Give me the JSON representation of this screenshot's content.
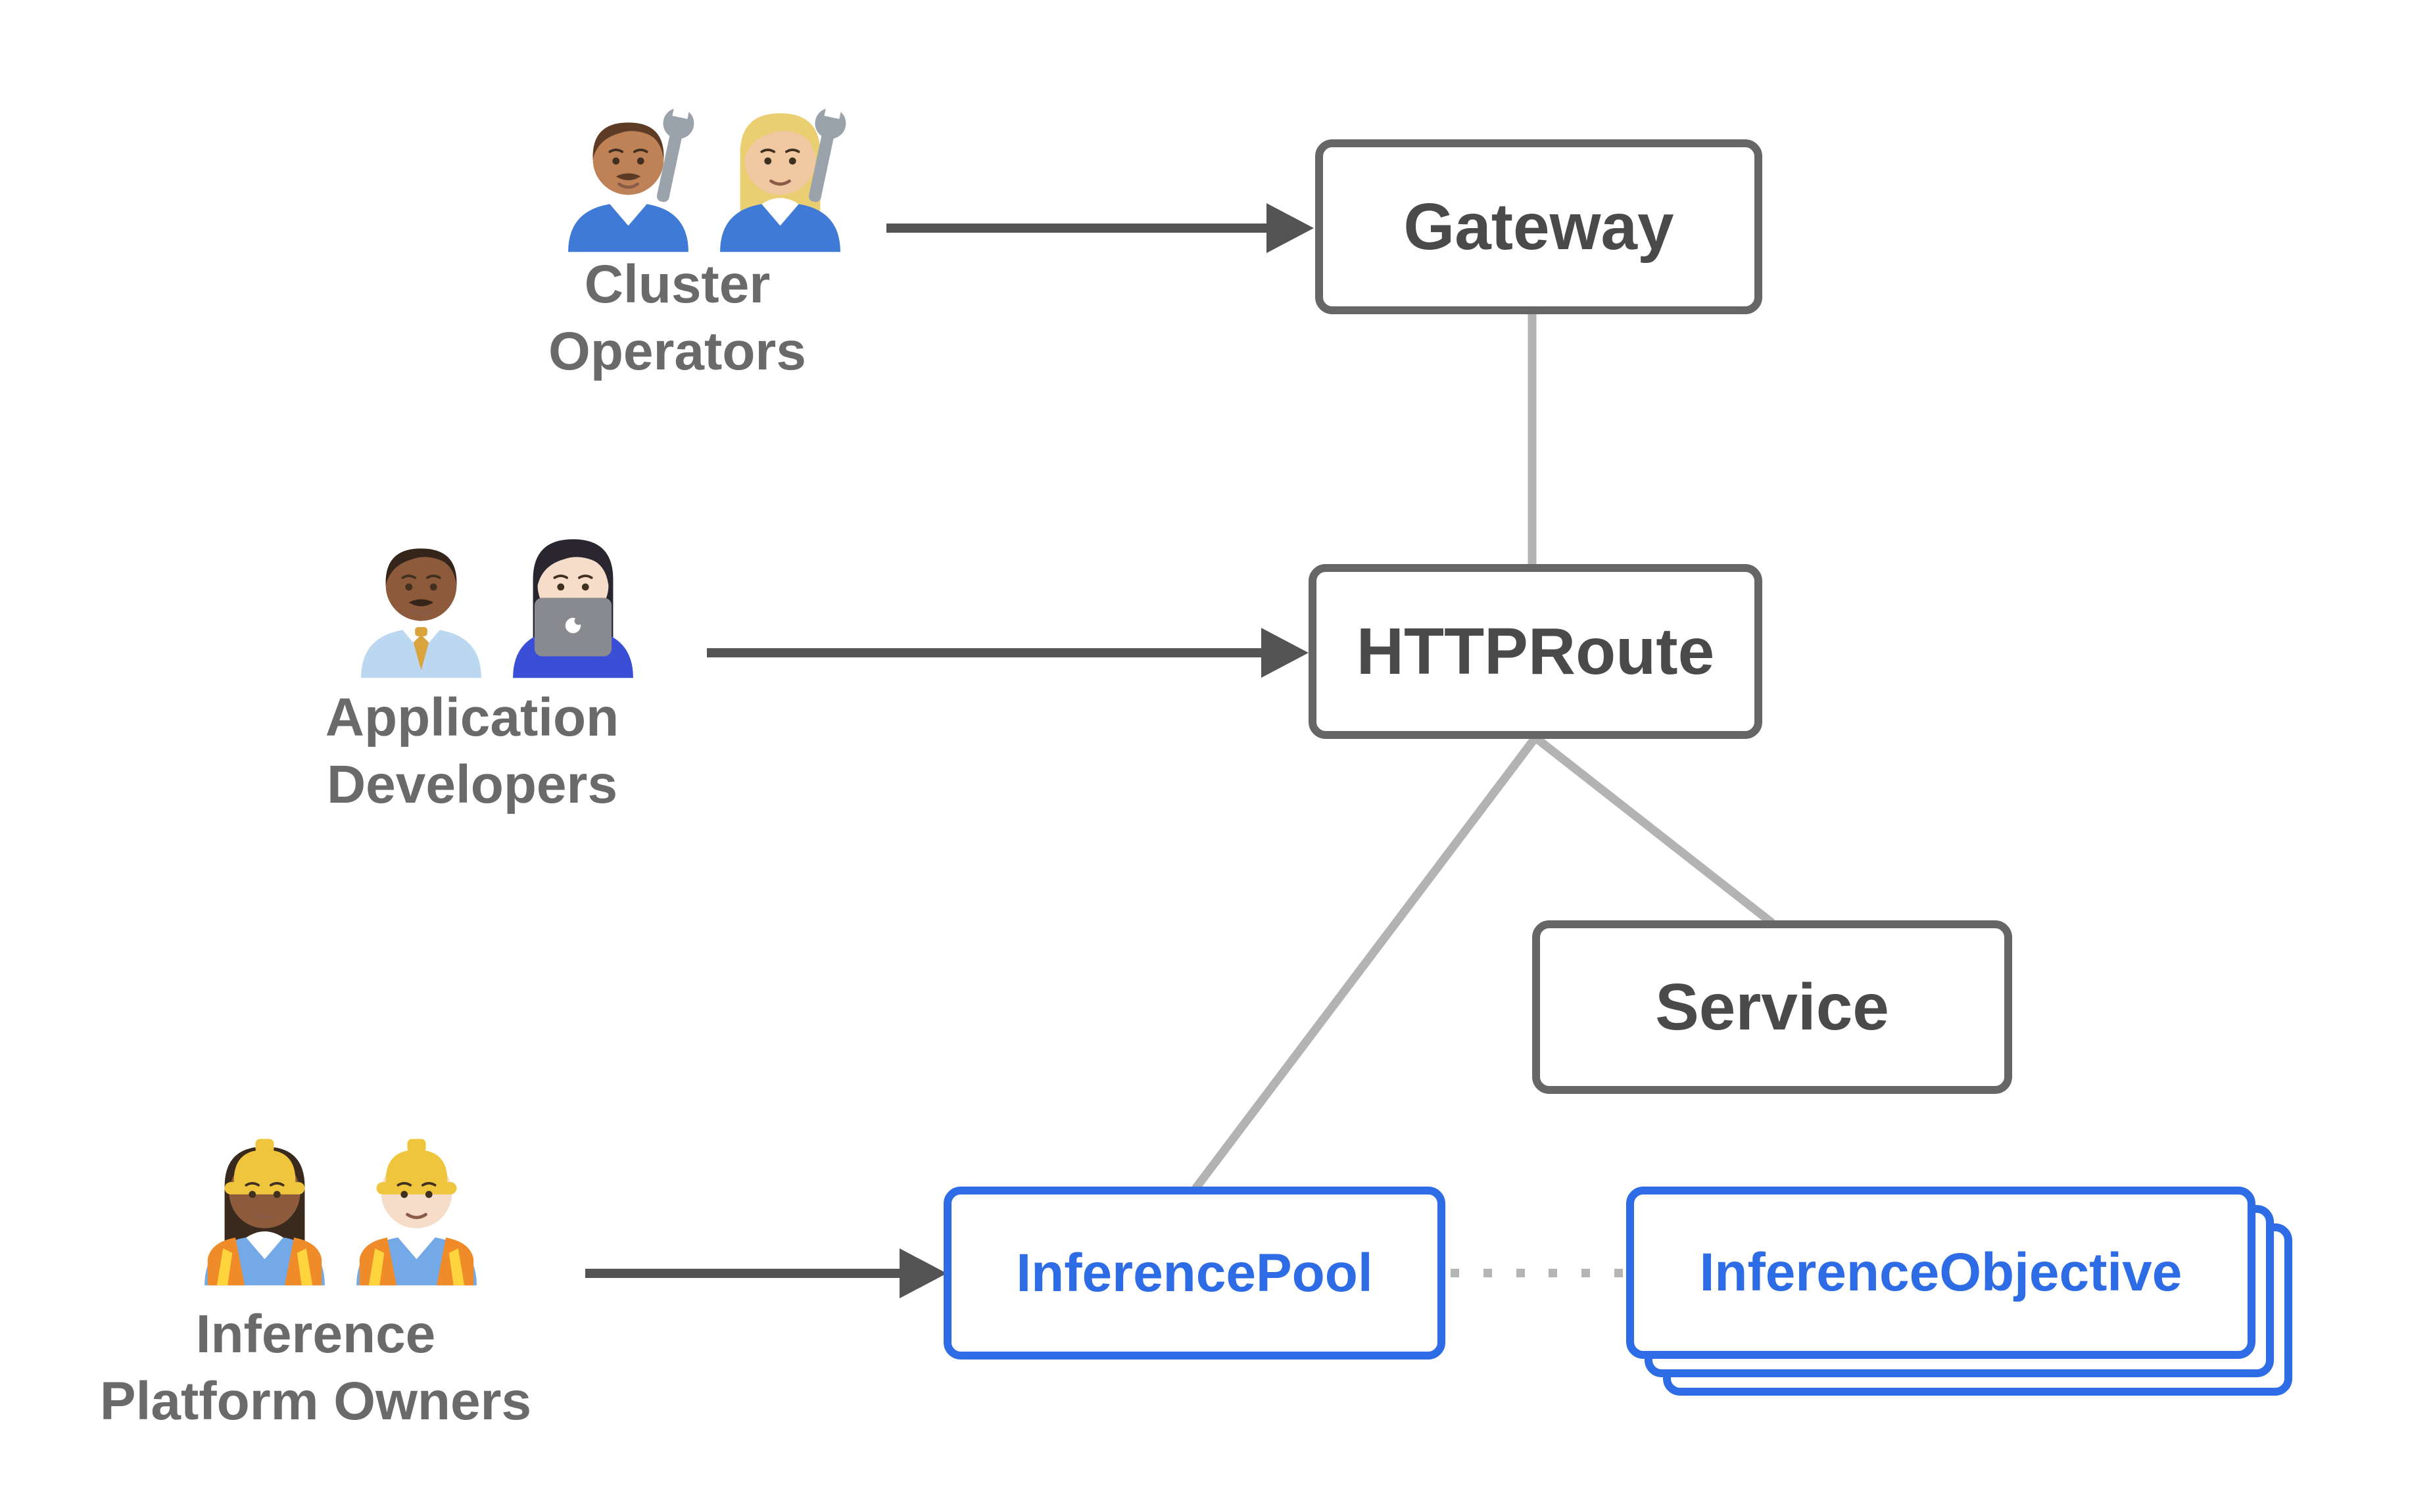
{
  "colors": {
    "background": "#ffffff",
    "node_border_gray": "#666666",
    "node_text_gray": "#4a4a4a",
    "label_gray": "#6a6a6a",
    "arrow_dark": "#545454",
    "connector_light": "#b3b3b3",
    "dotted_gray": "#b5b5b5",
    "node_blue": "#2d6ce4"
  },
  "groups": {
    "cluster_operators": {
      "line1": "Cluster",
      "line2": "Operators",
      "emojis": [
        {
          "name": "man-mechanic-emoji",
          "char": "👨🏽‍🔧"
        },
        {
          "name": "woman-mechanic-emoji",
          "char": "👩🏼‍🔧"
        }
      ]
    },
    "application_developers": {
      "line1": "Application",
      "line2": "Developers",
      "emojis": [
        {
          "name": "man-office-worker-emoji",
          "char": "👨🏾‍💼"
        },
        {
          "name": "woman-technologist-emoji",
          "char": "👩🏻‍💻"
        }
      ]
    },
    "inference_platform_owners": {
      "line1": "Inference",
      "line2": "Platform Owners",
      "emojis": [
        {
          "name": "woman-construction-worker-emoji",
          "char": "👷🏾‍♀️"
        },
        {
          "name": "man-construction-worker-emoji",
          "char": "👷🏻"
        }
      ]
    }
  },
  "nodes": {
    "gateway": {
      "label": "Gateway"
    },
    "httproute": {
      "label": "HTTPRoute"
    },
    "service": {
      "label": "Service"
    },
    "inferencepool": {
      "label": "InferencePool"
    },
    "inferenceobjective": {
      "label": "InferenceObjective"
    }
  }
}
